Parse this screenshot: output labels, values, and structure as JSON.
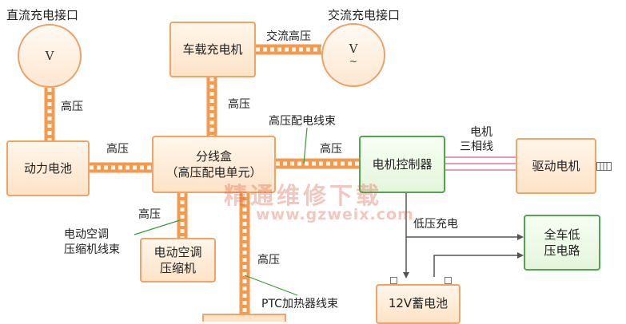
{
  "circles": {
    "dc_port": {
      "label": "直流充电接口",
      "symbol": "V"
    },
    "ac_port": {
      "label": "交流充电接口",
      "symbol": "V",
      "symbol_sub": "~"
    }
  },
  "boxes": {
    "onboard_charger": "车载充电机",
    "battery": "动力电池",
    "junction_box": {
      "line1": "分线盒",
      "line2": "（高压配电单元）"
    },
    "motor_controller": "电机控制器",
    "drive_motor": "驱动电机",
    "ac_compressor": {
      "line1": "电动空调",
      "line2": "压缩机"
    },
    "low_voltage_circuit": {
      "line1": "全车低",
      "line2": "压电路"
    },
    "battery_12v": "12V蓄电池"
  },
  "labels": {
    "ac_high_voltage": "交流高压",
    "hv_port_battery": "高压",
    "hv_charger_box": "高压",
    "hv_battery_box": "高压",
    "hv_box_controller": "高压",
    "hv_harness": "高压配电线束",
    "motor_three_phase_1": "电机",
    "motor_three_phase_2": "三相线",
    "hv_compressor": "高压",
    "compressor_harness_1": "电动空调",
    "compressor_harness_2": "压缩机线束",
    "hv_ptc": "高压",
    "ptc_harness": "PTC加热器线束",
    "low_voltage_charge": "低压充电"
  },
  "watermark": {
    "cn": "精通维修下载",
    "url": "www.gzweix.com"
  },
  "colors": {
    "cable": "#f39a4f",
    "cable_dash": "#fff4e6",
    "box_border": "#f2a366",
    "green_border": "#4fa64f",
    "wire": "#555555",
    "phase_wire": "#e07b9a"
  }
}
